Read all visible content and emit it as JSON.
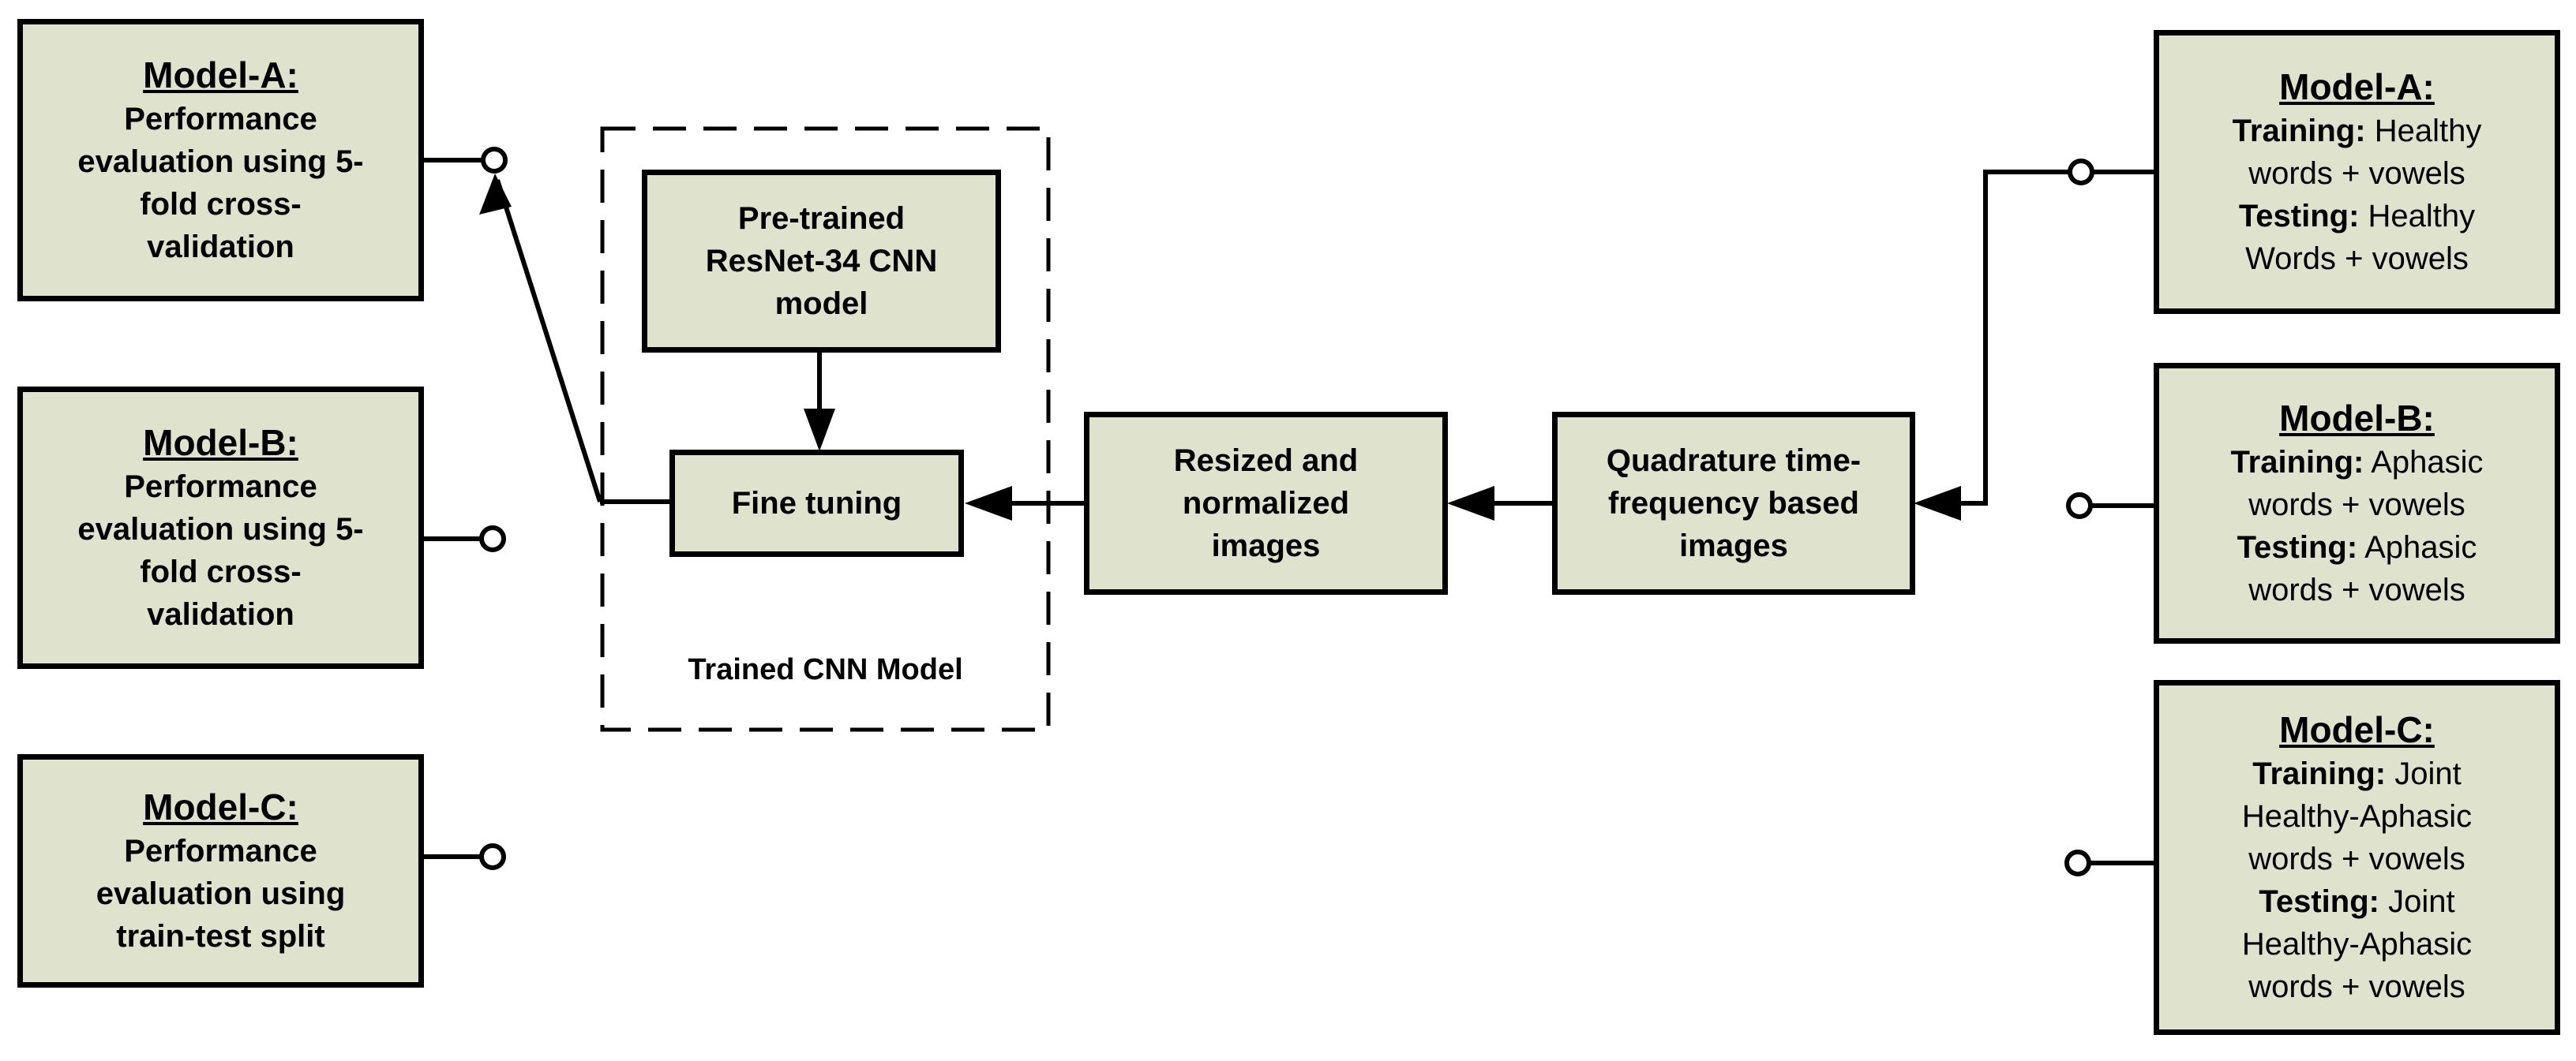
{
  "colors": {
    "box_fill": "#dfe3cd",
    "stroke": "#000000"
  },
  "left_models": [
    {
      "title": "Model-A:",
      "lines": [
        "Performance",
        "evaluation using 5-",
        "fold cross-",
        "validation"
      ]
    },
    {
      "title": "Model-B:",
      "lines": [
        "Performance",
        "evaluation using 5-",
        "fold cross-",
        "validation"
      ]
    },
    {
      "title": "Model-C:",
      "lines": [
        "Performance",
        "evaluation using",
        "train-test split"
      ]
    }
  ],
  "pretrained": {
    "lines": [
      "Pre-trained",
      "ResNet-34 CNN",
      "model"
    ]
  },
  "fine_tuning": {
    "label": "Fine tuning"
  },
  "trained_group": {
    "label": "Trained CNN Model"
  },
  "resized": {
    "lines": [
      "Resized and",
      "normalized",
      "images"
    ]
  },
  "quadrature": {
    "lines": [
      "Quadrature time-",
      "frequency based",
      "images"
    ]
  },
  "right_models": {
    "a": {
      "title": "Model-A:",
      "training_label": "Training:",
      "training_text": "Healthy",
      "training_cont": "words + vowels",
      "testing_label": "Testing:",
      "testing_text": "Healthy",
      "testing_cont": "Words + vowels"
    },
    "b": {
      "title": "Model-B:",
      "training_label": "Training:",
      "training_text": "Aphasic",
      "training_cont": "words + vowels",
      "testing_label": "Testing:",
      "testing_text": "Aphasic",
      "testing_cont": "words + vowels"
    },
    "c": {
      "title": "Model-C:",
      "training_label": "Training:",
      "training_text": "Joint",
      "training_cont1": "Healthy-Aphasic",
      "training_cont2": "words + vowels",
      "testing_label": "Testing:",
      "testing_text": "Joint",
      "testing_cont1": "Healthy-Aphasic",
      "testing_cont2": "words + vowels"
    }
  }
}
